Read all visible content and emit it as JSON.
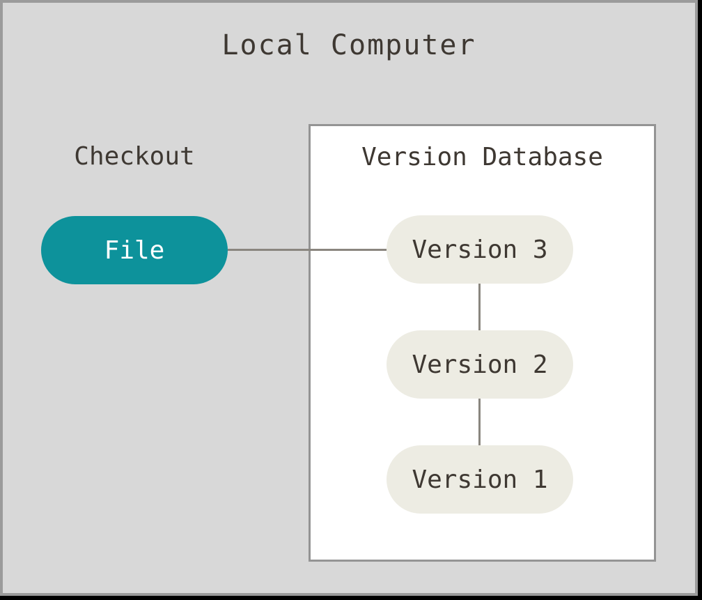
{
  "diagram": {
    "title": "Local Computer",
    "checkout": {
      "label": "Checkout",
      "file_node": "File"
    },
    "version_database": {
      "title": "Version Database",
      "versions": [
        "Version 3",
        "Version 2",
        "Version 1"
      ]
    }
  },
  "colors": {
    "background": "#d8d8d8",
    "file_fill": "#0d929b",
    "file_text": "#ffffff",
    "version_fill": "#edece3",
    "text": "#3e3832",
    "line": "#8a867f",
    "box_border": "#949494",
    "frame_border": "#9b9b9b",
    "white": "#ffffff",
    "shadow": "#000000"
  }
}
